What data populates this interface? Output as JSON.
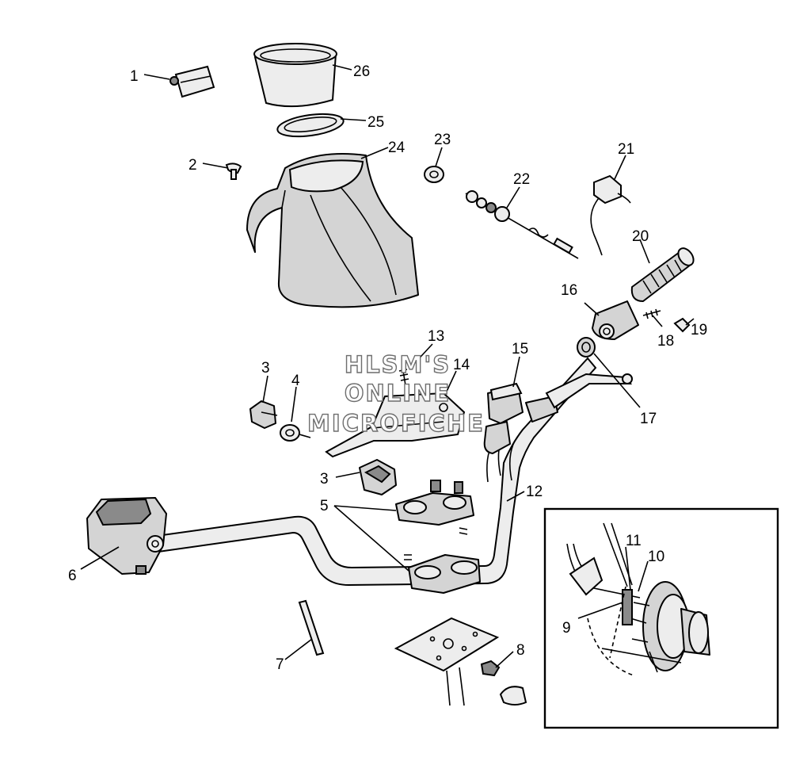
{
  "watermark": {
    "line1": "HLSM'S",
    "line2": "ONLINE",
    "line3": "MICROFICHE"
  },
  "callouts": [
    {
      "id": "1",
      "label": "1"
    },
    {
      "id": "2",
      "label": "2"
    },
    {
      "id": "3a",
      "label": "3"
    },
    {
      "id": "3b",
      "label": "3"
    },
    {
      "id": "4",
      "label": "4"
    },
    {
      "id": "5",
      "label": "5"
    },
    {
      "id": "6",
      "label": "6"
    },
    {
      "id": "7",
      "label": "7"
    },
    {
      "id": "8",
      "label": "8"
    },
    {
      "id": "9",
      "label": "9"
    },
    {
      "id": "10",
      "label": "10"
    },
    {
      "id": "11",
      "label": "11"
    },
    {
      "id": "12",
      "label": "12"
    },
    {
      "id": "13",
      "label": "13"
    },
    {
      "id": "14",
      "label": "14"
    },
    {
      "id": "15",
      "label": "15"
    },
    {
      "id": "16",
      "label": "16"
    },
    {
      "id": "17",
      "label": "17"
    },
    {
      "id": "18",
      "label": "18"
    },
    {
      "id": "19",
      "label": "19"
    },
    {
      "id": "20",
      "label": "20"
    },
    {
      "id": "21",
      "label": "21"
    },
    {
      "id": "22",
      "label": "22"
    },
    {
      "id": "23",
      "label": "23"
    },
    {
      "id": "24",
      "label": "24"
    },
    {
      "id": "25",
      "label": "25"
    },
    {
      "id": "26",
      "label": "26"
    }
  ]
}
